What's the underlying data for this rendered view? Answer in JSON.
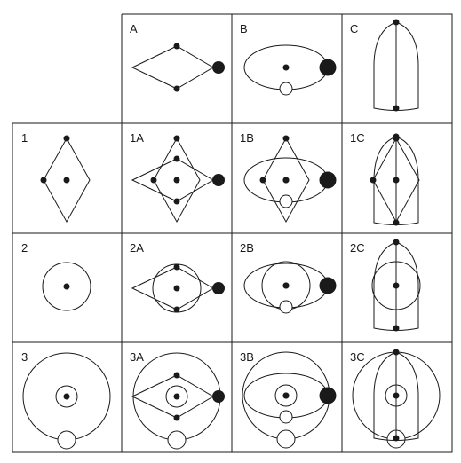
{
  "column_headers": [
    "A",
    "B",
    "C"
  ],
  "row_headers": [
    "1",
    "2",
    "3"
  ],
  "cells": {
    "1A": "1A",
    "1B": "1B",
    "1C": "1C",
    "2A": "2A",
    "2B": "2B",
    "2C": "2C",
    "3A": "3A",
    "3B": "3B",
    "3C": "3C"
  }
}
